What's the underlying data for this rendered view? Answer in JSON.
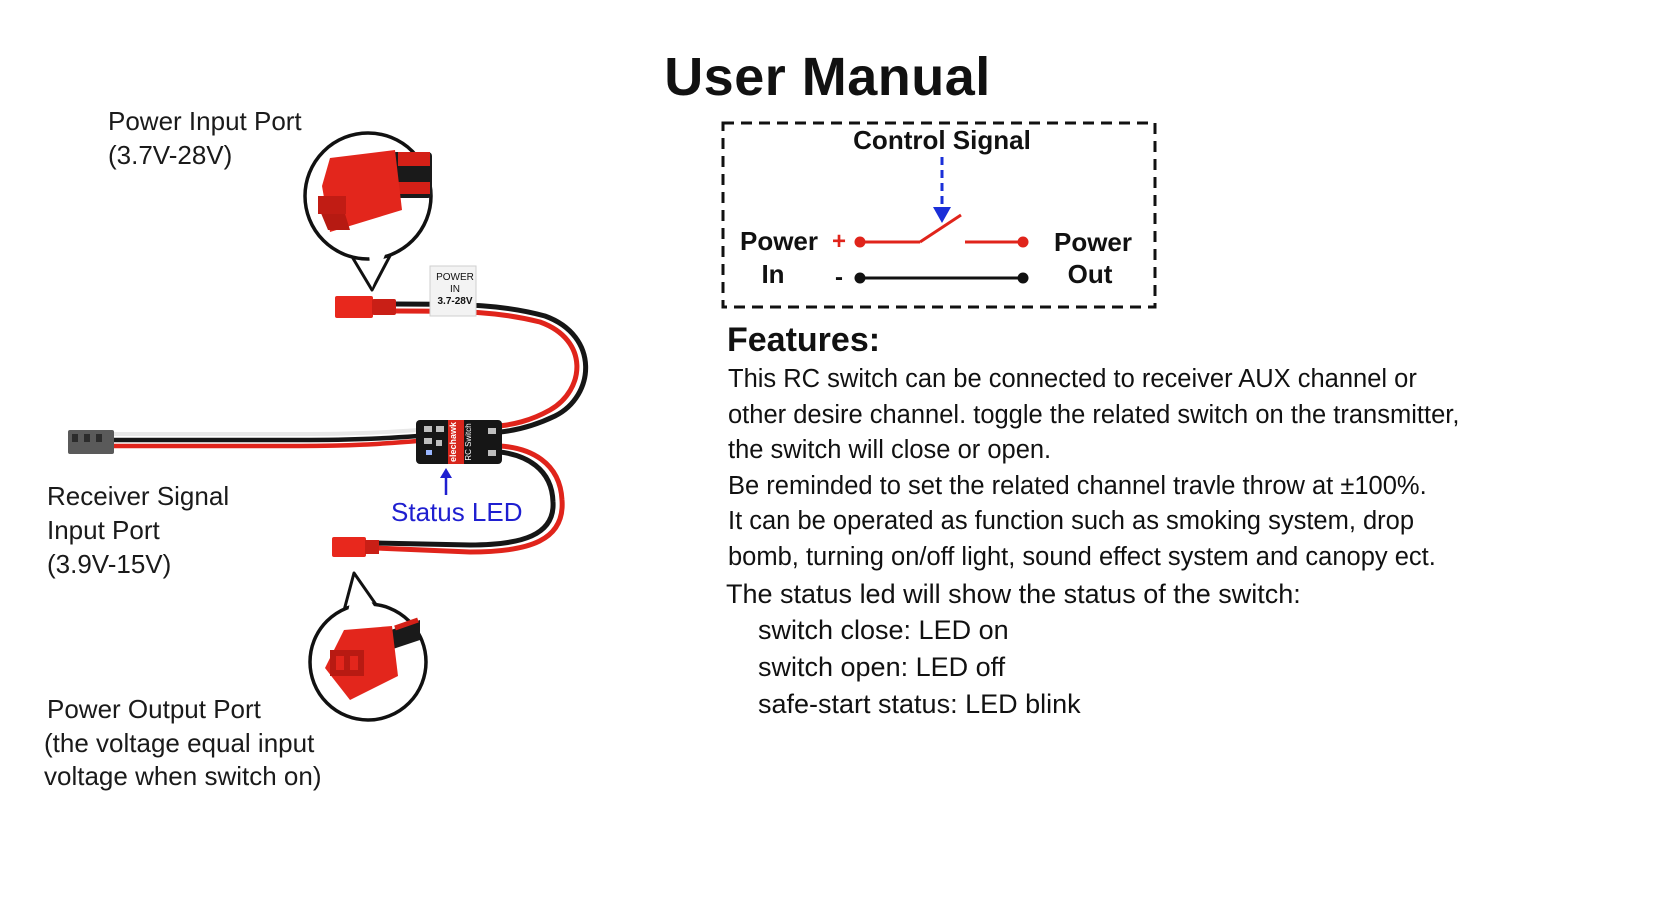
{
  "title": "User Manual",
  "labels": {
    "power_input_title": "Power Input Port",
    "power_input_range": "(3.7V-28V)",
    "receiver_line1": "Receiver Signal",
    "receiver_line2": "Input Port",
    "receiver_range": "(3.9V-15V)",
    "status_led": "Status LED",
    "power_output_title": "Power Output Port",
    "power_output_note1": "(the voltage equal input",
    "power_output_note2": "voltage when switch on)"
  },
  "cable_tag": {
    "line1": "POWER",
    "line2": "IN",
    "line3": "3.7-28V"
  },
  "board": {
    "brand": "elechawk",
    "model": "RC Switch"
  },
  "schematic": {
    "control_signal": "Control Signal",
    "power_in_line1": "Power",
    "power_in_line2": "In",
    "plus": "+",
    "minus": "-",
    "power_out_line1": "Power",
    "power_out_line2": "Out"
  },
  "features": {
    "heading": "Features:",
    "lines": [
      "This RC switch can be connected to receiver AUX channel or",
      "other desire channel. toggle the related switch on the transmitter,",
      "the switch will close or open.",
      "Be reminded to set the related channel travle throw at ±100%.",
      "It can be operated as function such as smoking system, drop",
      "bomb, turning on/off light, sound effect system and canopy ect."
    ]
  },
  "status": {
    "intro": "The status led will show the status of the switch:",
    "items": [
      "switch close: LED on",
      "switch open: LED off",
      "safe-start status: LED blink"
    ]
  },
  "colors": {
    "wire_red": "#e0241b",
    "wire_black": "#161616",
    "connector_red": "#e8281d",
    "status_blue": "#1f1fd0",
    "signal_blue": "#1a2fd8"
  }
}
